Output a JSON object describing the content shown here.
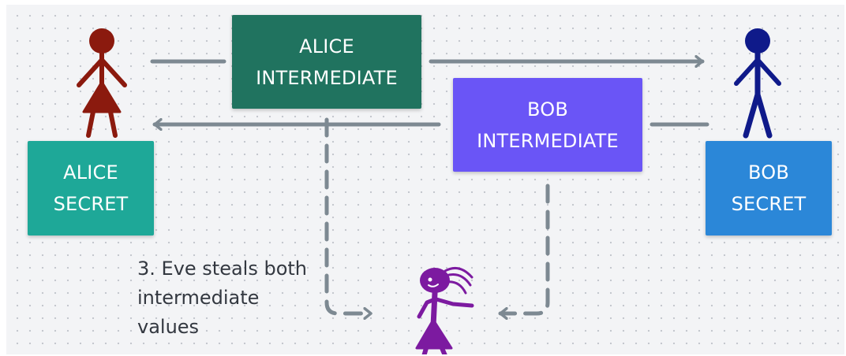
{
  "boxes": {
    "alice_intermediate": {
      "line1": "ALICE",
      "line2": "INTERMEDIATE"
    },
    "bob_intermediate": {
      "line1": "BOB",
      "line2": "INTERMEDIATE"
    },
    "alice_secret": {
      "line1": "ALICE",
      "line2": "SECRET"
    },
    "bob_secret": {
      "line1": "BOB",
      "line2": "SECRET"
    }
  },
  "caption": {
    "line1": "3. Eve steals both",
    "line2": "intermediate",
    "line3": "values"
  },
  "colors": {
    "alice_figure": "#8b1a0e",
    "bob_figure": "#0f1a8a",
    "eve_figure": "#7c1aa0",
    "arrow": "#7d8992",
    "alice_intermediate": "#20735f",
    "bob_intermediate": "#6a55f6",
    "alice_secret": "#1ea898",
    "bob_secret": "#2b87d8"
  }
}
